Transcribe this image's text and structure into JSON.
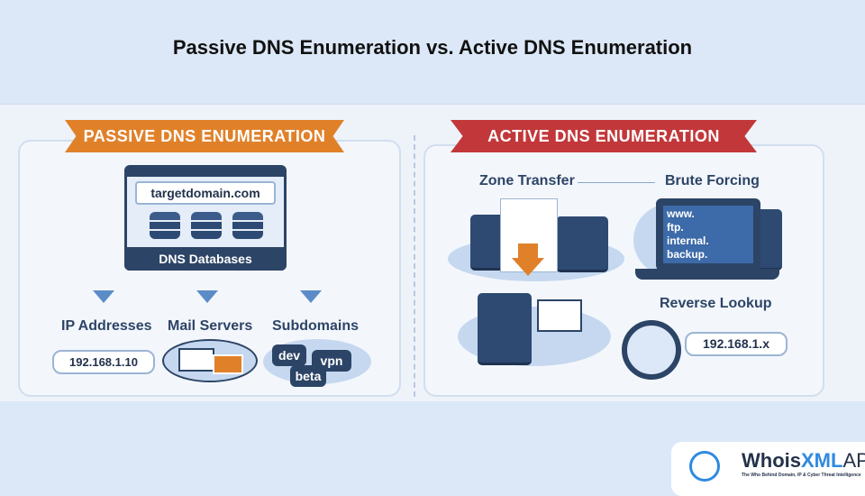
{
  "title": "Passive DNS Enumeration vs. Active DNS Enumeration",
  "passive": {
    "ribbon": "PASSIVE DNS ENUMERATION",
    "domain": "targetdomain.com",
    "databases_label": "DNS Databases",
    "columns": [
      {
        "label": "IP Addresses",
        "value": "192.168.1.10"
      },
      {
        "label": "Mail Servers"
      },
      {
        "label": "Subdomains"
      }
    ],
    "subdomains": [
      "dev",
      "vpn",
      "beta"
    ]
  },
  "active": {
    "ribbon": "ACTIVE DNS ENUMERATION",
    "zone_transfer": "Zone Transfer",
    "brute_forcing": "Brute Forcing",
    "wordlist": [
      "www.",
      "ftp.",
      "internal.",
      "backup."
    ],
    "reverse_lookup": "Reverse Lookup",
    "ip": "192.168.1.x"
  },
  "logo": {
    "name_a": "Whois",
    "name_b": "XML",
    "name_c": "API",
    "tagline": "The Who Behind Domain, IP & Cyber Threat Intelligence"
  },
  "colors": {
    "orange": "#e0812a",
    "red": "#c2383a",
    "navy": "#2c4466"
  }
}
